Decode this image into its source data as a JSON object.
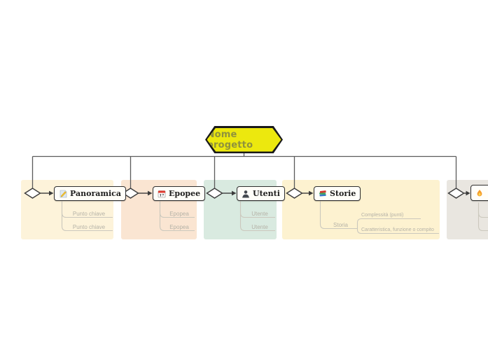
{
  "root_node": {
    "label": "Nome progetto",
    "fill_color": "#ece80e",
    "border_color": "#1a1a1a",
    "text_color": "#8f923c"
  },
  "colors": {
    "tree_connector": "#5b5b5b",
    "child_connector": "#cbc8bd",
    "child_text": "#b5b2a7",
    "node_border": "#2f2f2f",
    "node_fill": "#fffef9"
  },
  "branches": [
    {
      "title": "Panoramica",
      "icon": "memo-icon",
      "section_color": "#fdf3da",
      "children": [
        {
          "label": "Punto chiave"
        },
        {
          "label": "Punto chiave"
        }
      ]
    },
    {
      "title": "Epopee",
      "icon": "calendar-icon",
      "calendar_day": "17",
      "section_color": "#fae5d2",
      "children": [
        {
          "label": "Epopea"
        },
        {
          "label": "Epopea"
        }
      ]
    },
    {
      "title": "Utenti",
      "icon": "user-silhouette-icon",
      "section_color": "#d9eae0",
      "children": [
        {
          "label": "Utente"
        },
        {
          "label": "Utente"
        }
      ]
    },
    {
      "title": "Storie",
      "icon": "books-icon",
      "section_color": "#fdf2d0",
      "children": [
        {
          "label": "Storia",
          "children": [
            {
              "label": "Complessità (punti)"
            },
            {
              "label": "Caratteristica, funzione o compito"
            }
          ]
        }
      ]
    },
    {
      "title": "",
      "icon": "flame-icon",
      "section_color": "#e9e6e0",
      "children": []
    }
  ]
}
